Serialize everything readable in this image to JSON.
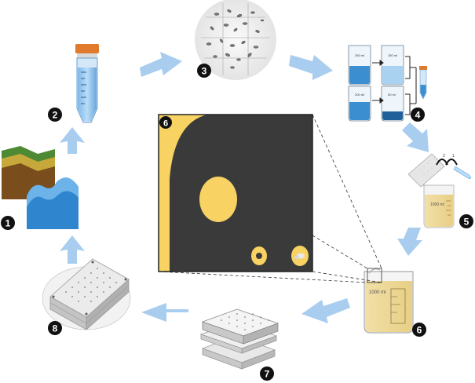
{
  "steps": [
    {
      "id": "step-1",
      "number": "1"
    },
    {
      "id": "step-2",
      "number": "2"
    },
    {
      "id": "step-3",
      "number": "3"
    },
    {
      "id": "step-4",
      "number": "4"
    },
    {
      "id": "step-5",
      "number": "5"
    },
    {
      "id": "step-6",
      "number": "6"
    },
    {
      "id": "step-7",
      "number": "7"
    },
    {
      "id": "step-8",
      "number": "8"
    }
  ],
  "inset": {
    "number": "6"
  },
  "beaker_labels": {
    "top_left": "250 ml",
    "top_right": "150 ml",
    "bottom_left": "200 ml",
    "bottom_right": "50 ml",
    "small_beaker": "1000 ml",
    "big_beaker": "1000 ml"
  },
  "spoon_labels": {
    "a": "2",
    "b": "1"
  },
  "colors": {
    "arrow": "#a9cdee",
    "badge": "#111111",
    "dark_panel": "#3a3a3a",
    "yellow": "#f8d262",
    "water": "#3b8fd1",
    "tube_cap": "#e07a2c"
  }
}
